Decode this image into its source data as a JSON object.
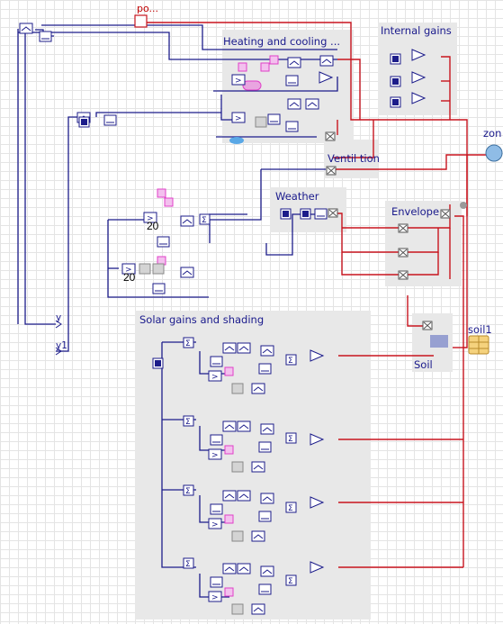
{
  "groups": {
    "heating_cooling": "Heating and cooling ...",
    "internal_gains": "Internal gains",
    "ventilation": "Ventil  tion",
    "weather": "Weather",
    "envelope": "Envelope",
    "solar_gains": "Solar gains and shading",
    "soil": "Soil"
  },
  "components": {
    "power_input": "po...",
    "zone": "zon",
    "soil_component": "soil1",
    "setpoint_1": "20",
    "setpoint_2": "20"
  },
  "pins": {
    "output_y": "y",
    "output_y1": "y1"
  },
  "colors": {
    "signal_wire": "#1c1c8a",
    "heat_wire": "#c8141e",
    "logic_block": "#e040c8",
    "group_background": "#e8e8e8"
  }
}
